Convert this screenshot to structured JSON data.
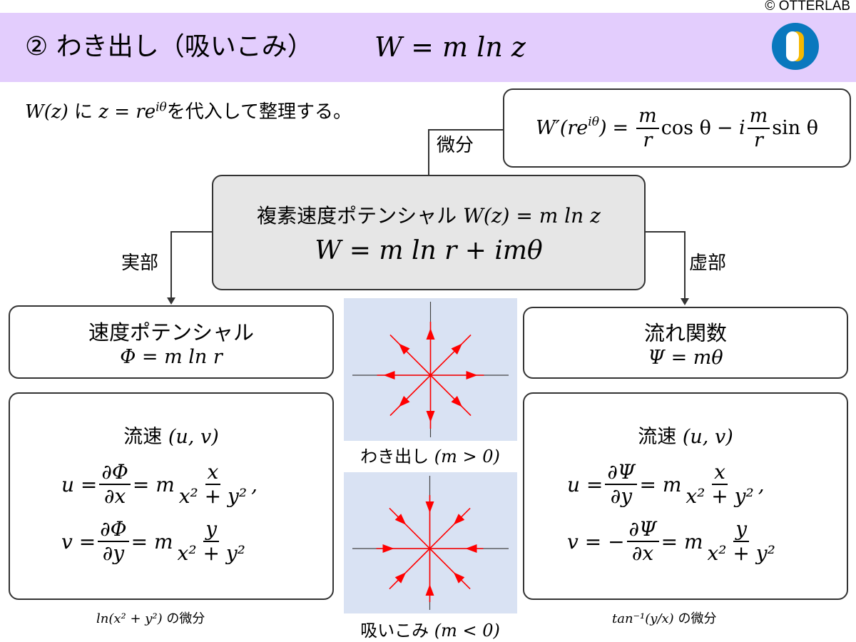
{
  "copyright": "© OTTERLAB",
  "title": {
    "text": "② わき出し（吸いこみ）",
    "formula": "W = m ln z"
  },
  "logo": {
    "icon": "otterlab-logo",
    "colors": {
      "circle": "#0a78be",
      "accent": "#f5b800"
    }
  },
  "intro": {
    "pre": "W(z)",
    "mid": "に",
    "sub": "z = re",
    "sup": "iθ",
    "post": "を代入して整理する。"
  },
  "derivative": {
    "label": "微分",
    "lhs": "W′(re",
    "lhs_sup": "iθ",
    "lhs_close": ")",
    "eq": "=",
    "m": "m",
    "r": "r",
    "cos": "cos θ",
    "minus_i": "− i",
    "sin": "sin θ"
  },
  "complex": {
    "label": "複素速度ポテンシャル",
    "formula": "W(z) = m ln z",
    "expanded": "W = m ln r + imθ"
  },
  "real_label": "実部",
  "imag_label": "虚部",
  "potential": {
    "title": "速度ポテンシャル",
    "formula": "Φ = m ln r"
  },
  "stream": {
    "title": "流れ関数",
    "formula": "Ψ = mθ"
  },
  "left_velocity": {
    "title": "流速",
    "pair": "(u, v)",
    "u": "u =",
    "v": "v =",
    "dPhi": "∂Φ",
    "dx": "∂x",
    "dy": "∂y",
    "eqm": "= m",
    "x": "x",
    "y": "y",
    "den": "x² + y²",
    "comma": ","
  },
  "right_velocity": {
    "title": "流速",
    "pair": "(u, v)",
    "u": "u =",
    "v": "v = −",
    "dPsi": "∂Ψ",
    "dx": "∂x",
    "dy": "∂y",
    "eqm": "= m",
    "x": "x",
    "y": "y",
    "den": "x² + y²",
    "comma": ","
  },
  "source_caption": {
    "text": "わき出し",
    "cond": "(m > 0)"
  },
  "sink_caption": {
    "text": "吸いこみ",
    "cond": "(m < 0)"
  },
  "left_note": {
    "math": "ln(x² + y²)",
    "text": "の微分"
  },
  "right_note": {
    "math": "tan⁻¹(y/x)",
    "text": "の微分"
  },
  "diagrams": [
    {
      "name": "source",
      "direction": "out"
    },
    {
      "name": "sink",
      "direction": "in"
    }
  ],
  "colors": {
    "title_bg": "#e3cdfd",
    "box_fill": "#e6e6e6",
    "diagram_bg": "#d9e2f3",
    "arrow": "#ff0000"
  }
}
